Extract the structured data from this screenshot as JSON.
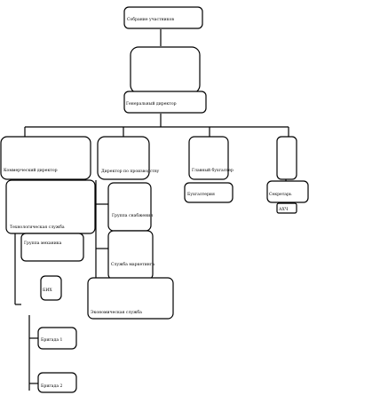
{
  "nodes": {
    "meeting": "Собрание участников",
    "general_director": "Генеральный директор",
    "commercial_director": "Коммерческий директор",
    "director_production": "Директор по производству",
    "chief_accountant": "Главный бухгалтер",
    "accounting": "Бухгалтерия",
    "secretary": "Секретарь",
    "aho": "АХЧ",
    "tech_service": "Технологическая служба",
    "supply_group": "Группа снабжения",
    "mechanics_group": "Группа механика",
    "marketing_service": "Служба маркетинга",
    "economic_service": "Экономическая служба",
    "bih": "БИХ",
    "brigade1": "Бригада 1",
    "brigade2": "Бригада 2"
  }
}
